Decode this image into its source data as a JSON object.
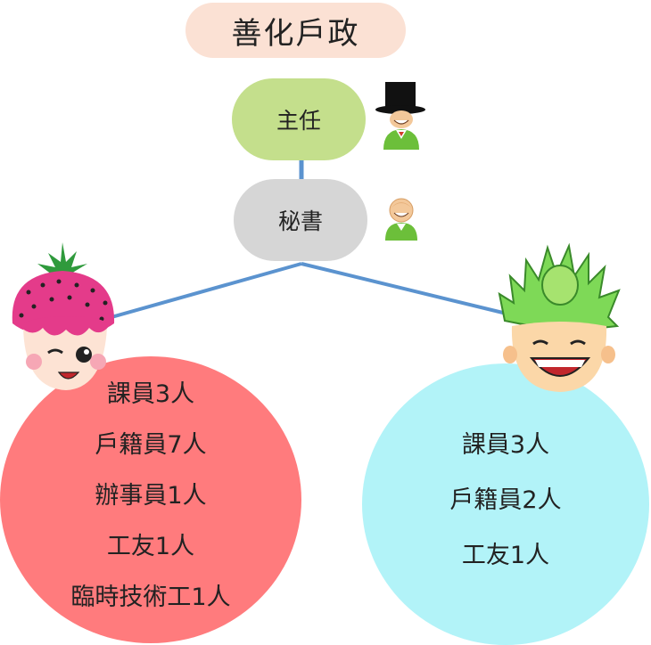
{
  "title": "善化戶政",
  "chief": {
    "label": "主任"
  },
  "secretary": {
    "label": "秘書"
  },
  "left_unit": {
    "staff": [
      "課員3人",
      "戶籍員7人",
      "辦事員1人",
      "工友1人",
      "臨時技術工1人"
    ]
  },
  "right_unit": {
    "staff": [
      "課員3人",
      "戶籍員2人",
      "工友1人"
    ]
  },
  "colors": {
    "title_bg": "#fbe1d4",
    "chief_bg": "#c4df8c",
    "secretary_bg": "#d6d6d6",
    "left_circle": "#ff7b7d",
    "right_circle": "#b2f3f8",
    "connector": "#5b93cf"
  },
  "icons": [
    "top-hat-person-icon",
    "person-icon",
    "strawberry-mascot-icon",
    "bamboo-shoot-mascot-icon"
  ]
}
